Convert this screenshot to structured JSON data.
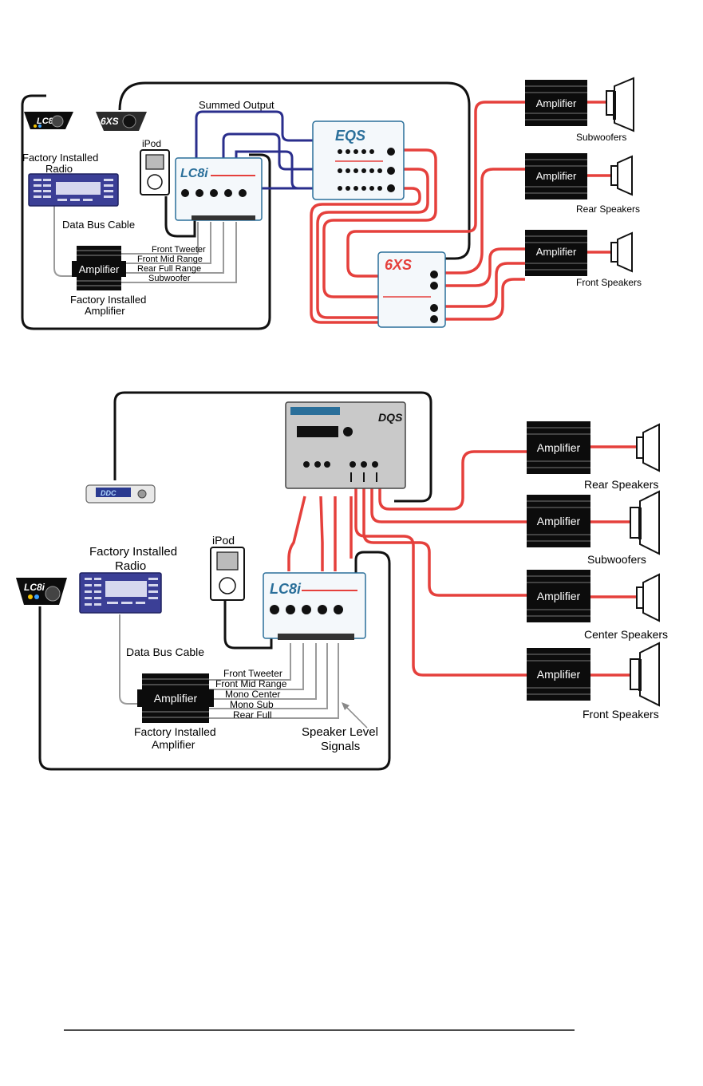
{
  "colors": {
    "red_wire": "#e5403c",
    "blue_wire": "#2a2e8c",
    "black_wire": "#111111",
    "gray_wire": "#9a9a9a",
    "amp_body": "#0c0c0c",
    "radio_blue": "#3b3f96",
    "device_outline": "#2a6f9a"
  },
  "top_diagram": {
    "summed_output": "Summed Output",
    "ipod": "iPod",
    "radio": [
      "Factory Installed",
      "Radio"
    ],
    "data_bus": "Data Bus Cable",
    "factory_amp": [
      "Factory Installed",
      "Amplifier"
    ],
    "amp_label": "Amplifier",
    "signal_lines": [
      "Front Tweeter",
      "Front Mid Range",
      "Rear Full Range",
      "Subwoofer"
    ],
    "speakers": [
      "Subwoofers",
      "Rear Speakers",
      "Front Speakers"
    ],
    "remote_lc8": "LC8i",
    "remote_6xs": "6XS",
    "device_lc8": "LC8i",
    "device_eqs": "EQS",
    "device_6xs": "6XS"
  },
  "bottom_diagram": {
    "ipod": "iPod",
    "radio": [
      "Factory Installed",
      "Radio"
    ],
    "data_bus": "Data Bus Cable",
    "factory_amp": [
      "Factory Installed",
      "Amplifier"
    ],
    "amp_label": "Amplifier",
    "signal_lines": [
      "Front Tweeter",
      "Front Mid Range",
      "Mono Center",
      "Mono Sub",
      "Rear Full"
    ],
    "speaker_level": [
      "Speaker Level",
      "Signals"
    ],
    "speakers": [
      "Rear Speakers",
      "Subwoofers",
      "Center Speakers",
      "Front Speakers"
    ],
    "remote_ddc": "DDC",
    "remote_lc8": "LC8i",
    "device_dqs": "DQS",
    "device_lc8": "LC8i"
  }
}
